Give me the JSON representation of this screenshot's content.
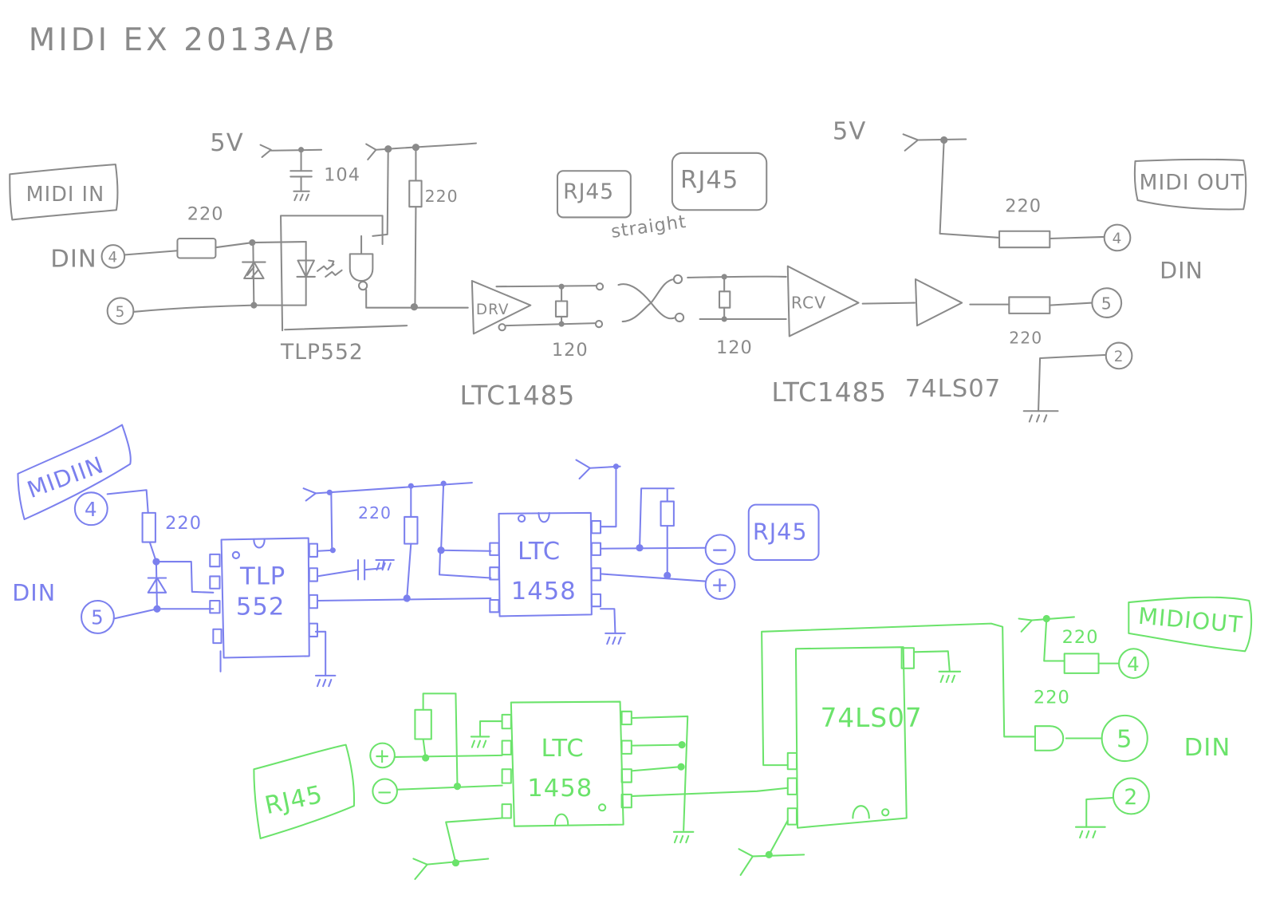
{
  "title": "MIDI EX 2013A/B",
  "colors": {
    "background": "#ffffff",
    "gray": "#8a8a8a",
    "blue": "#7b80ee",
    "green": "#6be36b"
  },
  "top": {
    "midi_in": "MIDI IN",
    "din_in": "DIN",
    "din_in_pin4": "4",
    "din_in_pin5": "5",
    "input_resistor": "220",
    "supply_left": "5V",
    "decoupling_cap": "104",
    "pullup_resistor": "220",
    "optocoupler": "TLP552",
    "rj45_left": "RJ45",
    "rj45_right": "RJ45",
    "cable": "straight",
    "driver": "DRV",
    "driver_termination": "120",
    "driver_part": "LTC1485",
    "receiver": "RCV",
    "receiver_termination": "120",
    "receiver_part": "LTC1485",
    "buffer_part": "74LS07",
    "supply_right": "5V",
    "midi_out": "MIDI OUT",
    "din_out": "DIN",
    "out_resistor_pin4": "220",
    "out_resistor_pin5": "220",
    "din_out_pin4": "4",
    "din_out_pin5": "5",
    "din_out_pin2": "2"
  },
  "middle": {
    "midi_in": "MIDIIN",
    "din": "DIN",
    "din_pin4": "4",
    "din_pin5": "5",
    "input_resistor": "220",
    "optocoupler_line1": "TLP",
    "optocoupler_line2": "552",
    "pullup_resistor": "220",
    "transceiver_line1": "LTC",
    "transceiver_line2": "1458",
    "out_minus": "−",
    "out_plus": "+",
    "rj45": "RJ45"
  },
  "bottom": {
    "rj45": "RJ45",
    "in_plus": "+",
    "in_minus": "−",
    "transceiver_line1": "LTC",
    "transceiver_line2": "1458",
    "buffer_part": "74LS07",
    "midi_out": "MIDIOUT",
    "resistor_pin4": "220",
    "resistor_pin5": "220",
    "din": "DIN",
    "din_pin4": "4",
    "din_pin5": "5",
    "din_pin2": "2"
  }
}
